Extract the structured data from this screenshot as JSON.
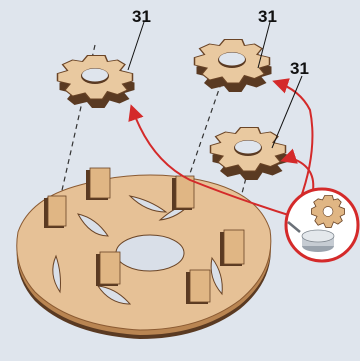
{
  "callouts": [
    {
      "label": "31"
    },
    {
      "label": "31"
    },
    {
      "label": "31"
    }
  ],
  "colors": {
    "background": "#dfe5ed",
    "wood_light": "#e9c9a0",
    "wood_mid": "#d5a878",
    "wood_dark": "#5a3a22",
    "arrow": "#d42a2a"
  },
  "icons": [
    "glue-bottle-icon"
  ]
}
